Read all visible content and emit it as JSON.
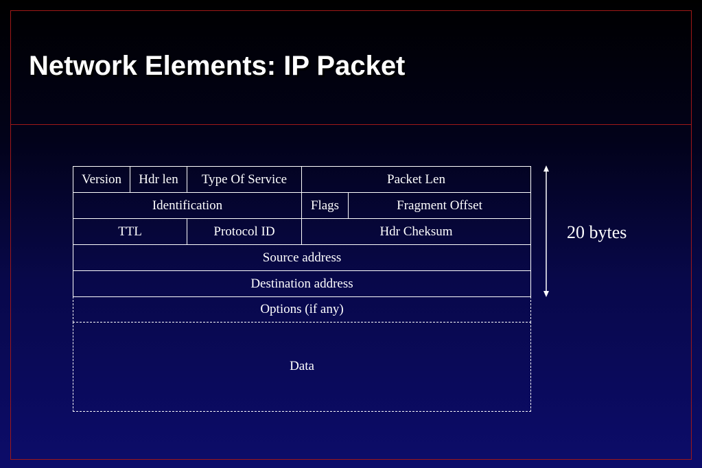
{
  "slide": {
    "title": "Network Elements: IP Packet"
  },
  "packet": {
    "rows": [
      {
        "cells": [
          {
            "label": "Version"
          },
          {
            "label": "Hdr len"
          },
          {
            "label": "Type Of Service"
          },
          {
            "label": "Packet Len"
          }
        ]
      },
      {
        "cells": [
          {
            "label": "Identification"
          },
          {
            "label": "Flags"
          },
          {
            "label": "Fragment Offset"
          }
        ]
      },
      {
        "cells": [
          {
            "label": "TTL"
          },
          {
            "label": "Protocol ID"
          },
          {
            "label": "Hdr Cheksum"
          }
        ]
      },
      {
        "cells": [
          {
            "label": "Source address"
          }
        ]
      },
      {
        "cells": [
          {
            "label": "Destination address"
          }
        ]
      },
      {
        "cells": [
          {
            "label": "Options (if any)"
          }
        ]
      },
      {
        "cells": [
          {
            "label": "Data"
          }
        ]
      }
    ]
  },
  "header_size": {
    "label": "20 bytes"
  },
  "colors": {
    "frame_border": "#a01818",
    "line": "#ffffff",
    "text": "#ffffff"
  }
}
